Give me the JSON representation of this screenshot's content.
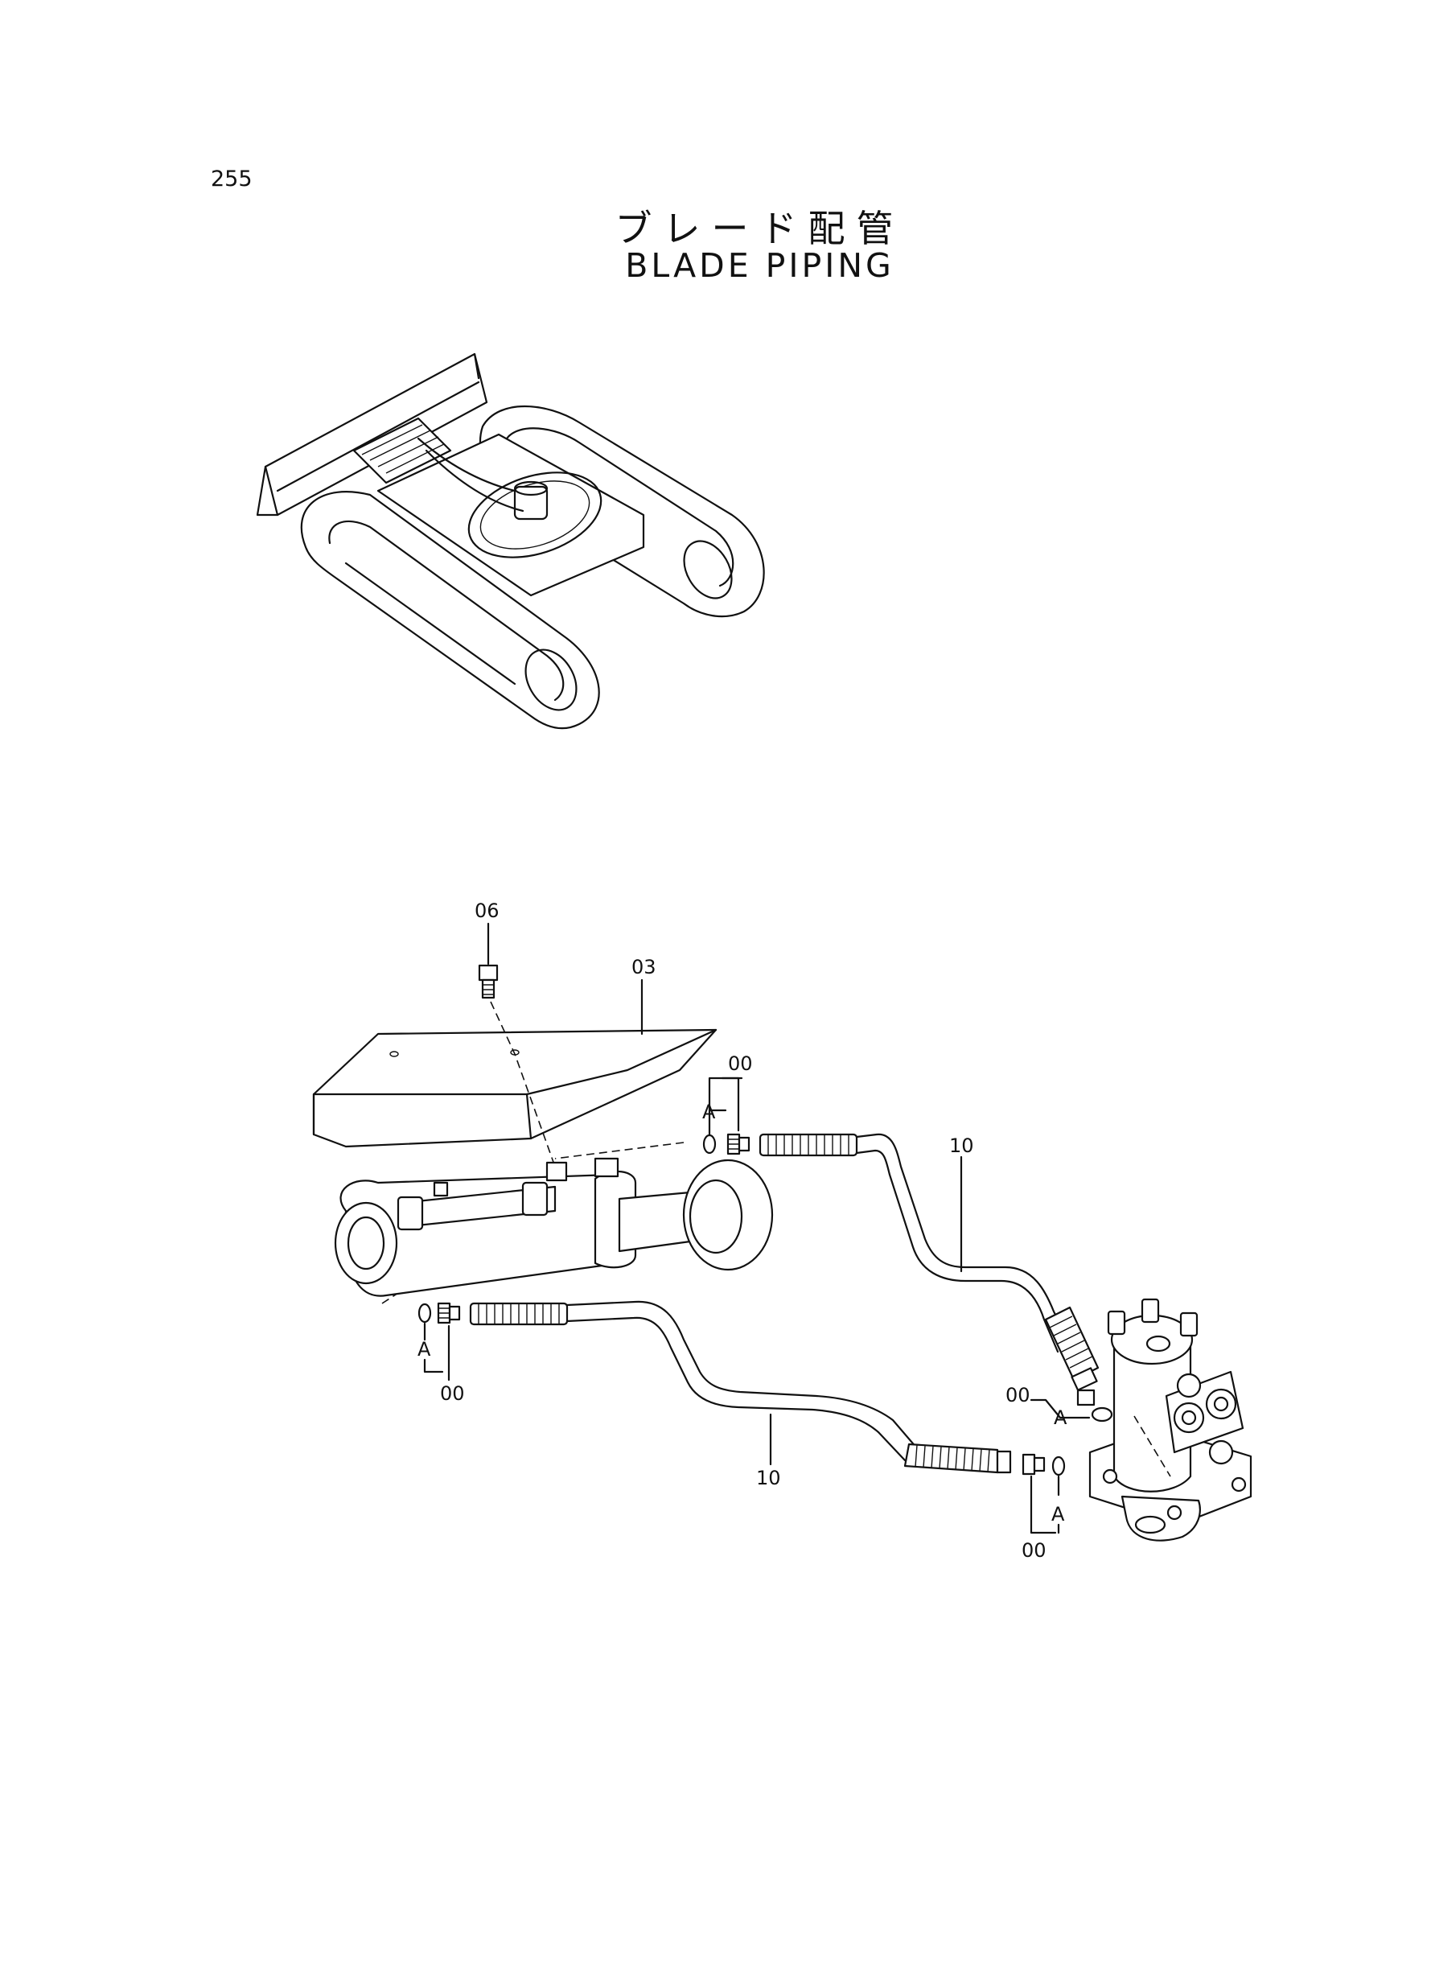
{
  "page_number": "255",
  "title_jp": "ブレード配管",
  "title_en": "BLADE PIPING",
  "callouts": {
    "part_06": "06",
    "part_03": "03",
    "part_00": "00",
    "part_10": "10",
    "view_a": "A"
  }
}
